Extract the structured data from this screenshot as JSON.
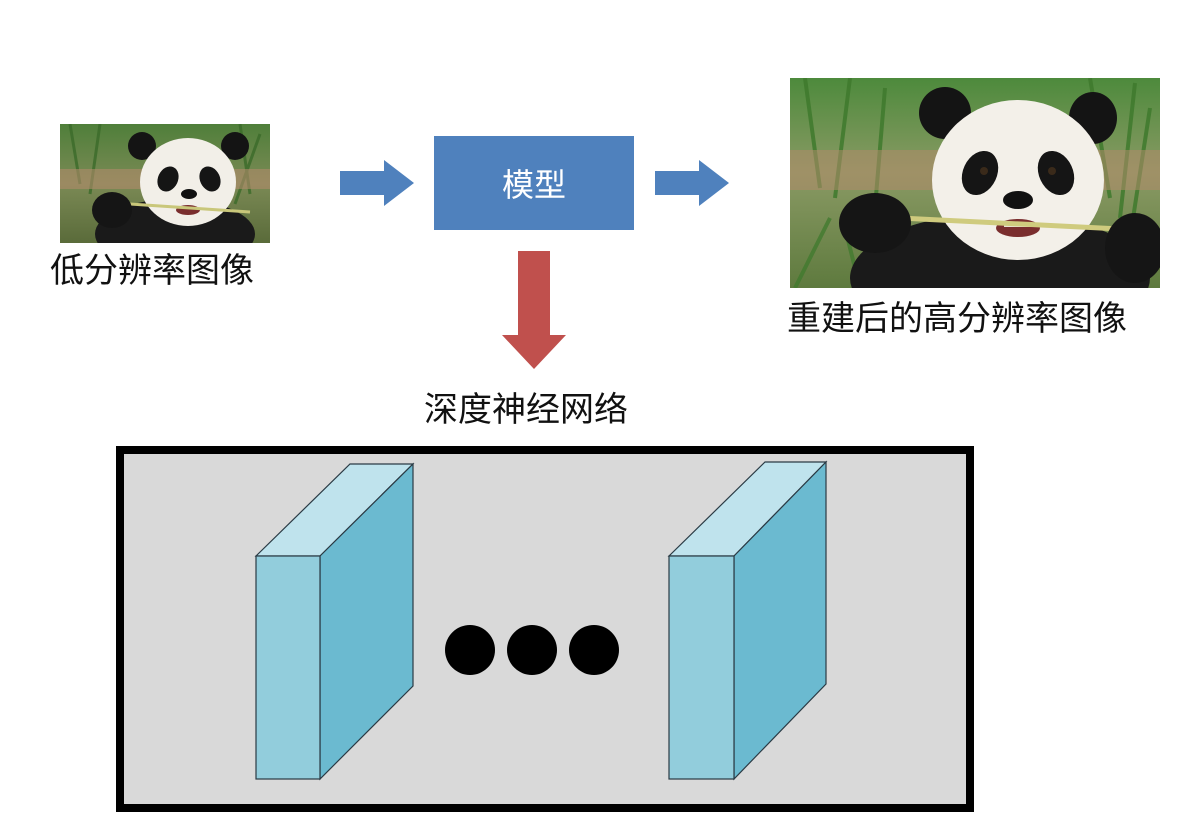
{
  "input_caption": "低分辨率图像",
  "model_label": "模型",
  "output_caption": "重建后的高分辨率图像",
  "network_label": "深度神经网络",
  "colors": {
    "model_box": "#4f81bd",
    "arrow_blue": "#4f81bd",
    "arrow_red": "#c0504d",
    "layer_front": "#92cddc",
    "layer_side": "#6bbad0",
    "layer_top": "#bfe3ed",
    "frame_fill": "#d9d9d9"
  },
  "icons": [
    "panda-photo",
    "arrow-right-icon",
    "arrow-down-icon",
    "ellipsis-dots"
  ]
}
